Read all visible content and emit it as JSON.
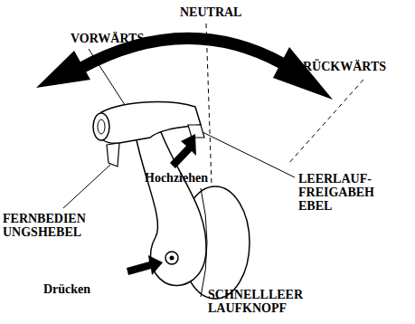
{
  "diagram": {
    "labels": [
      "NEUTRAL",
      "VORWÄRTS",
      "RÜCKWÄRTS",
      "Hochziehen",
      "LEERLAUF- FREIGABEH EBEL",
      "FERNBEDIEN UNGSHEBEL",
      "Drücken",
      "SCHNELLLEER LAUFKNOPF"
    ]
  }
}
